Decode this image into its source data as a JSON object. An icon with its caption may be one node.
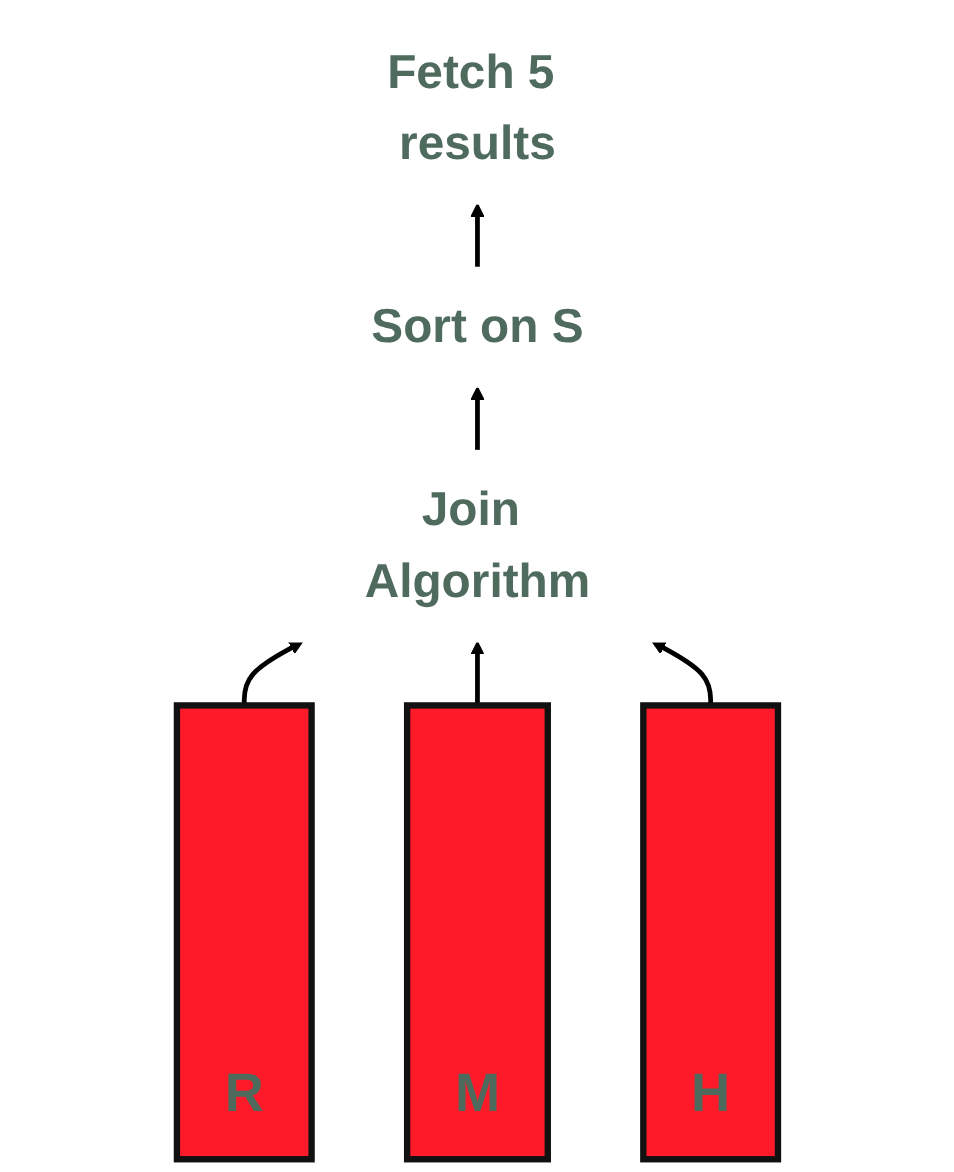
{
  "diagram": {
    "nodes": [
      {
        "text": [
          "Fetch 5 results"
        ]
      },
      {
        "text": [
          "Sort on S"
        ]
      },
      {
        "text": [
          "Join Algorithm"
        ]
      },
      {
        "text": [
          "R"
        ]
      },
      {
        "text": [
          "M"
        ]
      },
      {
        "text": [
          "H"
        ]
      }
    ],
    "edges": [
      {
        "from": 3,
        "to": 2,
        "arrow": "to"
      },
      {
        "from": 4,
        "to": 2,
        "arrow": "to"
      },
      {
        "from": 5,
        "to": 2,
        "arrow": "to"
      },
      {
        "from": 2,
        "to": 1,
        "arrow": "to"
      },
      {
        "from": 1,
        "to": 0,
        "arrow": "to"
      }
    ]
  }
}
